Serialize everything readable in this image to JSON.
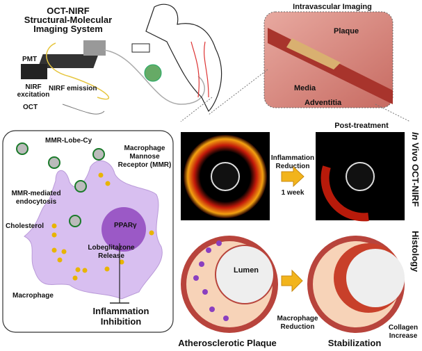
{
  "system": {
    "title_lines": [
      "OCT-NIRF",
      "Structural-Molecular",
      "Imaging System"
    ],
    "pmt": "PMT",
    "nirf_emission": "NIRF emission",
    "nirf_excitation_lines": [
      "NIRF",
      "excitation"
    ],
    "oct": "OCT"
  },
  "intravascular": {
    "title": "Intravascular Imaging",
    "plaque": "Plaque",
    "media": "Media",
    "adventitia": "Adventitia"
  },
  "macrophage_panel": {
    "nanoparticle": "MMR-Lobe-Cy",
    "receptor_lines": [
      "Macrophage",
      "Mannose",
      "Receptor (MMR)"
    ],
    "endocytosis_lines": [
      "MMR-mediated",
      "endocytosis"
    ],
    "cholesterol": "Cholesterol",
    "ppar": "PPARγ",
    "release_lines": [
      "Lobeglitazone",
      "Release"
    ],
    "macrophage": "Macrophage",
    "inhibition_lines": [
      "Inflammation",
      "Inhibition"
    ]
  },
  "imaging": {
    "post_treatment": "Post-treatment",
    "reduction_lines": [
      "Inflammation",
      "Reduction"
    ],
    "duration": "1 week",
    "side_label_italic": "In",
    "side_label": " Vivo OCT-NIRF"
  },
  "histology": {
    "side_label": "Histology",
    "lumen": "Lumen",
    "before": "Atherosclerotic Plaque",
    "after": "Stabilization",
    "macrophage_reduction_lines": [
      "Macrophage",
      "Reduction"
    ],
    "collagen_lines": [
      "Collagen",
      "Increase"
    ]
  },
  "colors": {
    "vessel": "#b8443c",
    "cell": "#d8bff0",
    "nucleus": "#9b59c6",
    "arrow": "#f2b41c",
    "cholesterol": "#e8b400"
  }
}
